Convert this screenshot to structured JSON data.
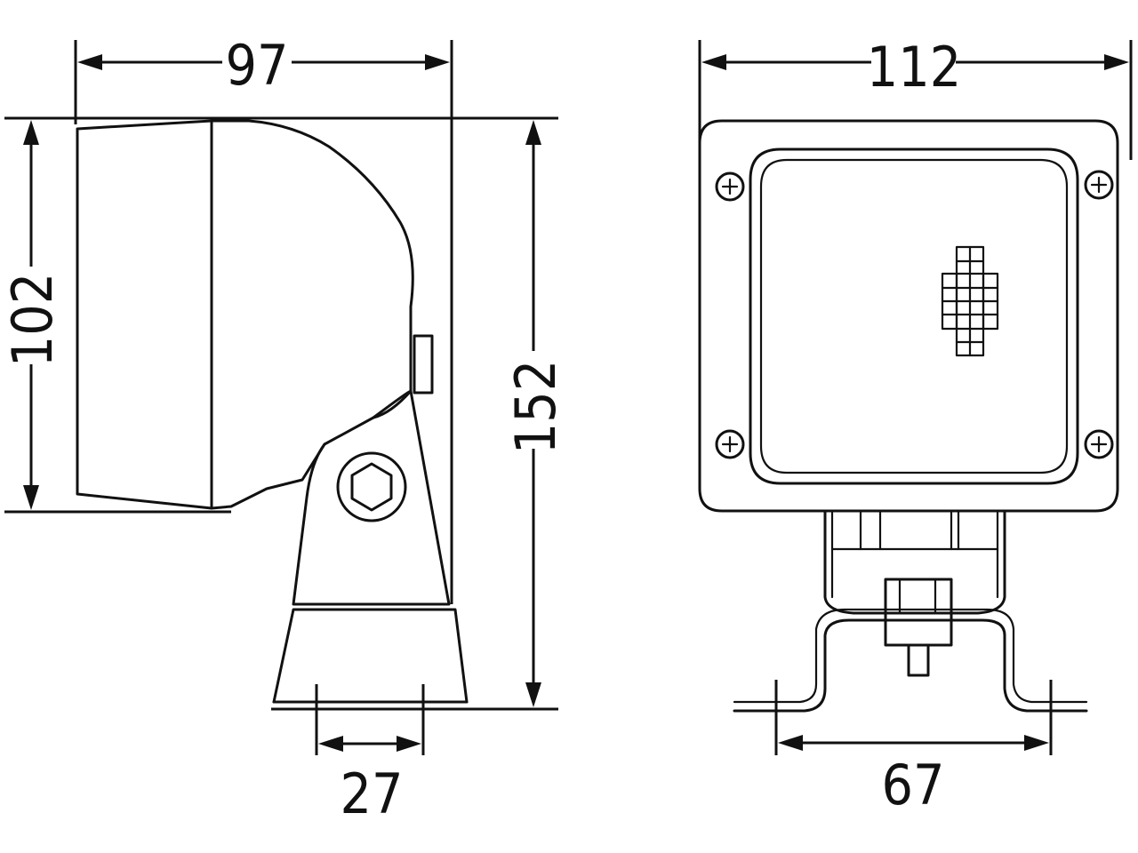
{
  "dimensions": {
    "side_width": "97",
    "side_height_lamp": "102",
    "side_height_total": "152",
    "bracket_base": "27",
    "front_width": "112",
    "front_mount_spacing": "67"
  },
  "colors": {
    "line": "#111111",
    "background": "#ffffff"
  }
}
